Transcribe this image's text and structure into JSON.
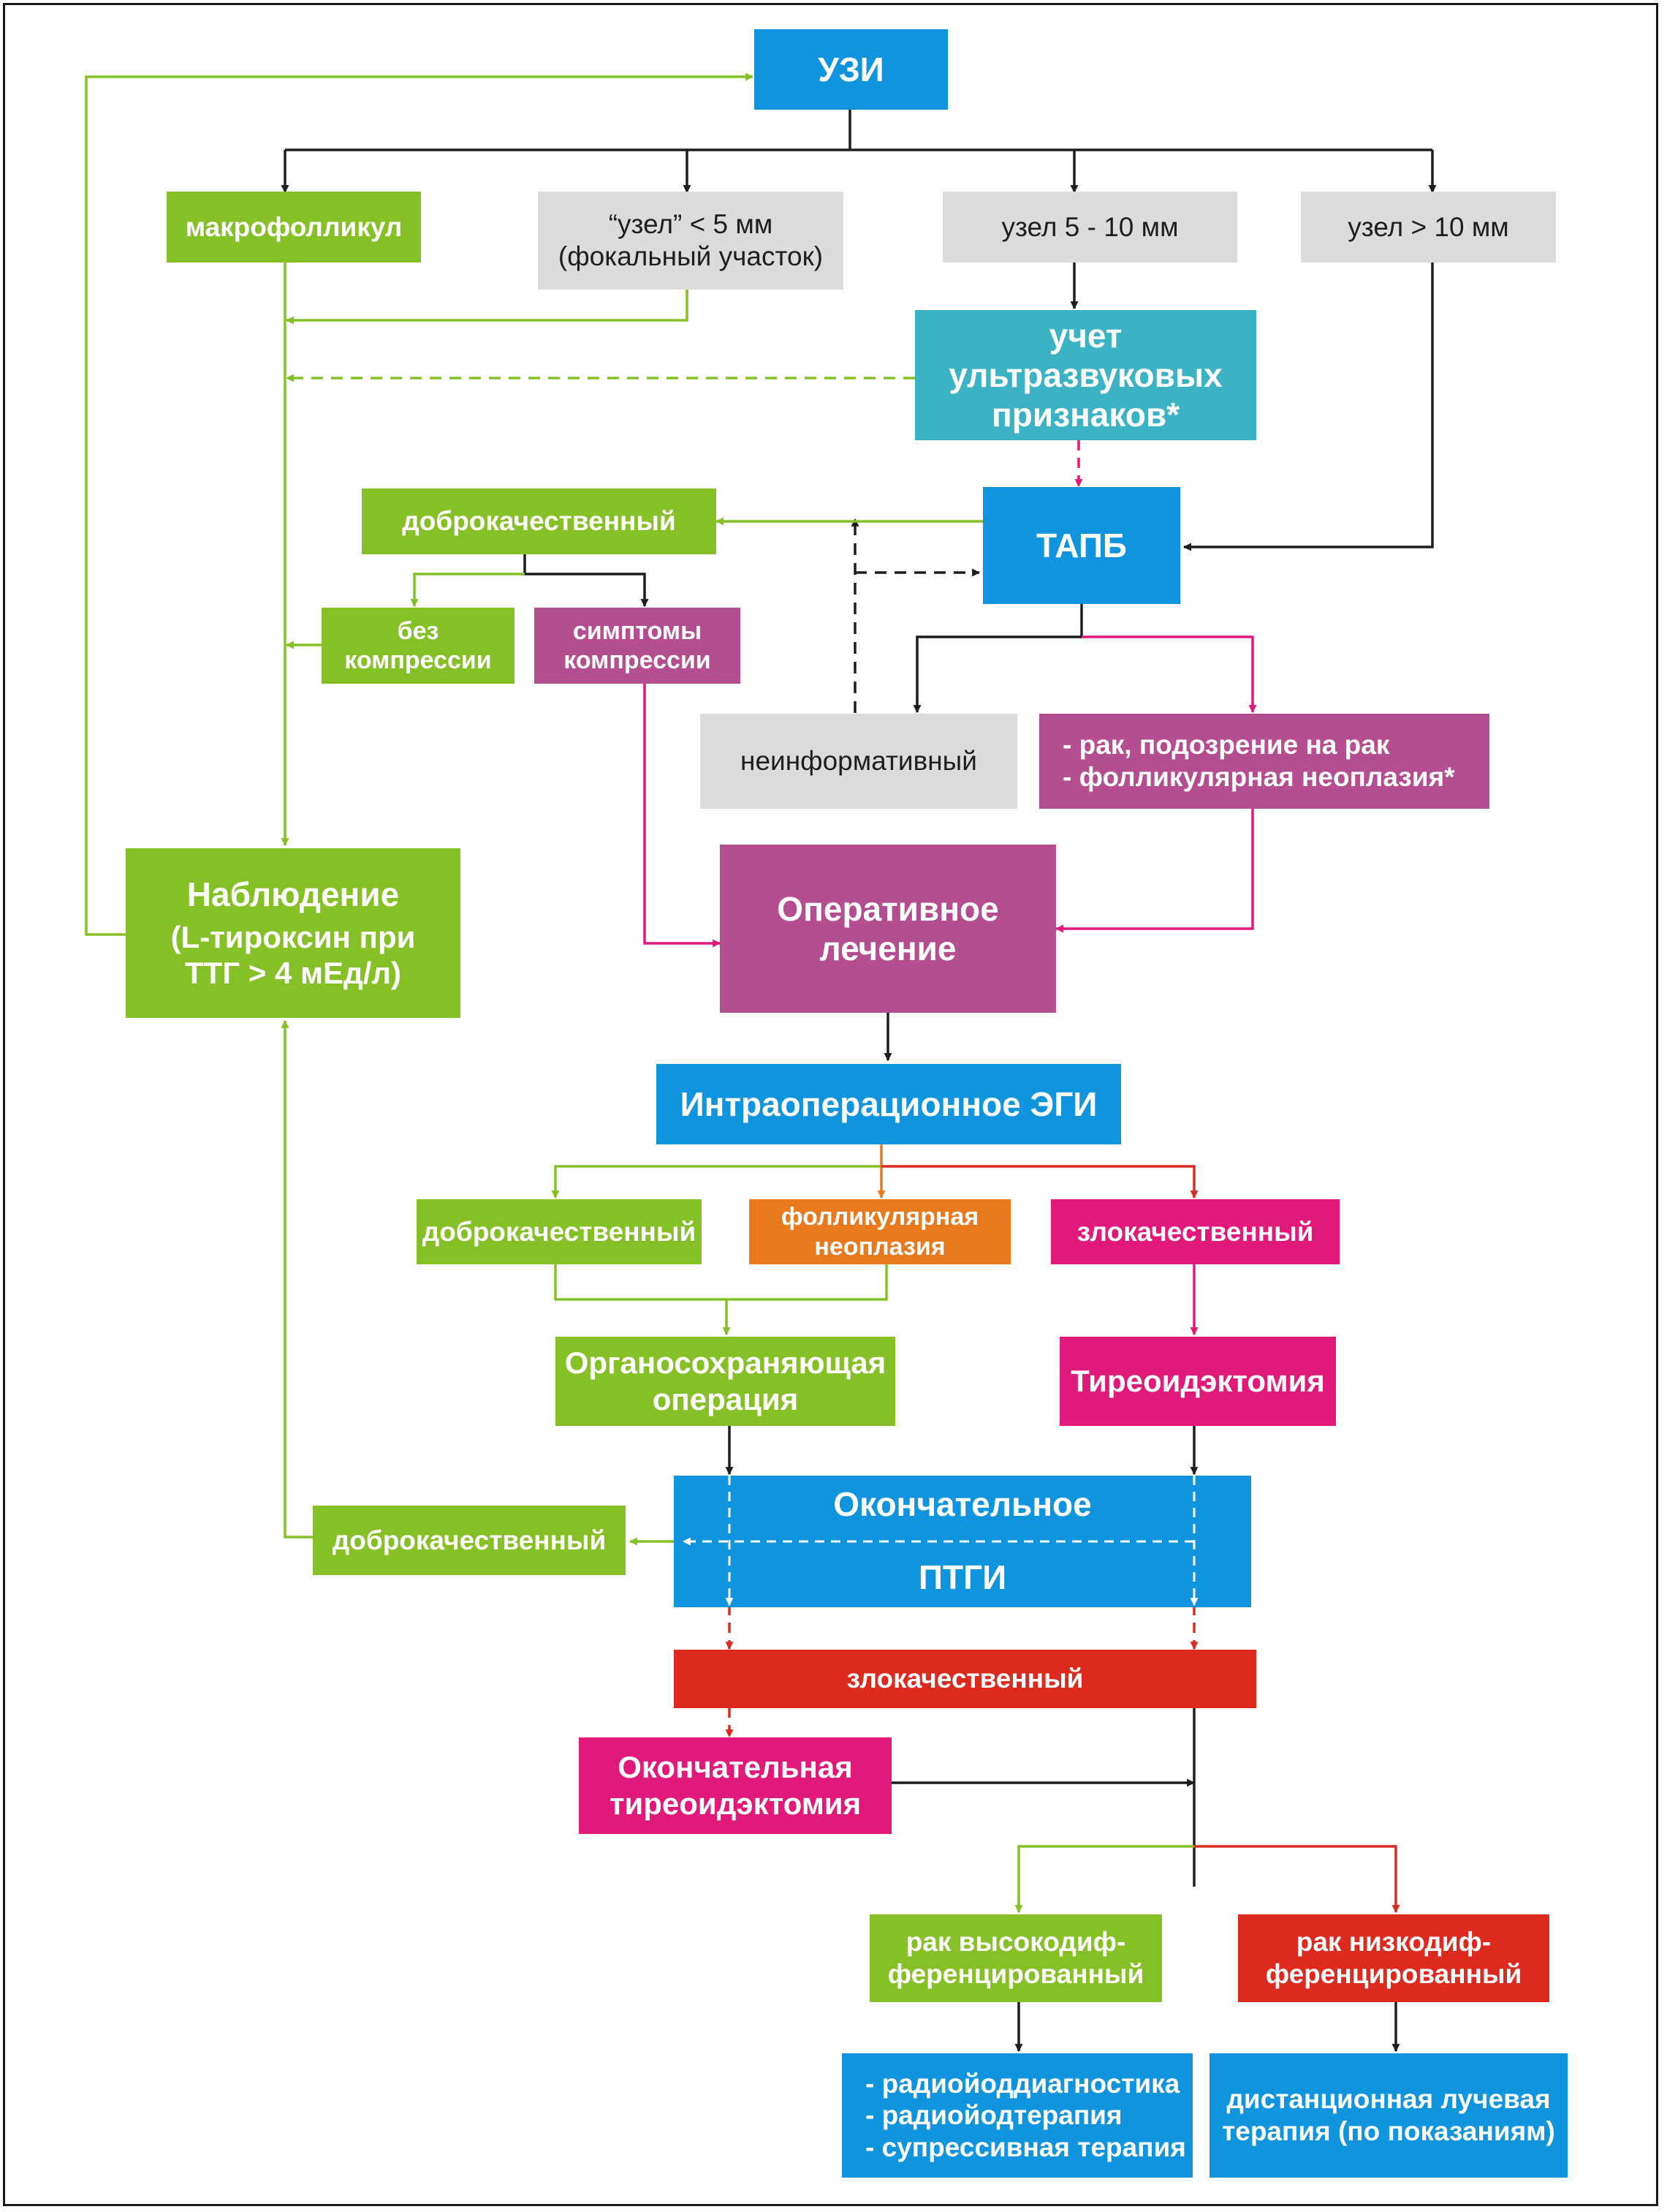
{
  "nodes": {
    "uzi": "УЗИ",
    "makrofollikul": "макрофолликул",
    "uzel_small": [
      "“узел” < 5 мм",
      "(фокальный участок)"
    ],
    "uzel_mid": "узел 5 - 10 мм",
    "uzel_big": "узел > 10 мм",
    "us_signs": [
      "учет",
      "ультразвуковых",
      "признаков*"
    ],
    "dobro_1": "доброкачественный",
    "tapb": "ТАПБ",
    "bez_kompressii": [
      "без",
      "компрессии"
    ],
    "simptomy_kompressii": [
      "симптомы",
      "компрессии"
    ],
    "neinformativny": "неинформативный",
    "rak_podozrenie": [
      "- рак, подозрение на рак",
      "- фолликулярная неоплазия*"
    ],
    "nablyudenie": [
      "Наблюдение",
      "(L-тироксин при",
      "ТТГ > 4 мЕд/л)"
    ],
    "operativnoe": [
      "Оперативное",
      "лечение"
    ],
    "intraop_egi": "Интраоперационное ЭГИ",
    "dobro_2": "доброкачественный",
    "follik_neoplazia": [
      "фолликулярная",
      "неоплазия"
    ],
    "zlokach_1": "злокачественный",
    "organosokhr": [
      "Органосохраняющая",
      "операция"
    ],
    "tireoidektomia": "Тиреоидэктомия",
    "okonch_ptgi": [
      "Окончательное",
      "ПТГИ"
    ],
    "dobro_3": "доброкачественный",
    "zlokach_2": "злокачественный",
    "okonch_tireoid": [
      "Окончательная",
      "тиреоидэктомия"
    ],
    "rak_vysoko": [
      "рак высокодиф-",
      "ференцированный"
    ],
    "rak_nizko": [
      "рак низкодиф-",
      "ференцированный"
    ],
    "radioiod": [
      "- радиойоддиагностика",
      "- радиойодтерапия",
      "- супрессивная терапия"
    ],
    "distancionnaya": [
      "дистанционная лучевая",
      "терапия (по показаниям)"
    ]
  },
  "colors": {
    "blue": "#0f94dd",
    "cyan": "#3bb3c4",
    "green": "#85c126",
    "gray": "#dcdcdc",
    "purple": "#b54e91",
    "magenta": "#e0197b",
    "orange": "#e87a1d",
    "red": "#dc2a1e",
    "black": "#1e1e1e"
  }
}
